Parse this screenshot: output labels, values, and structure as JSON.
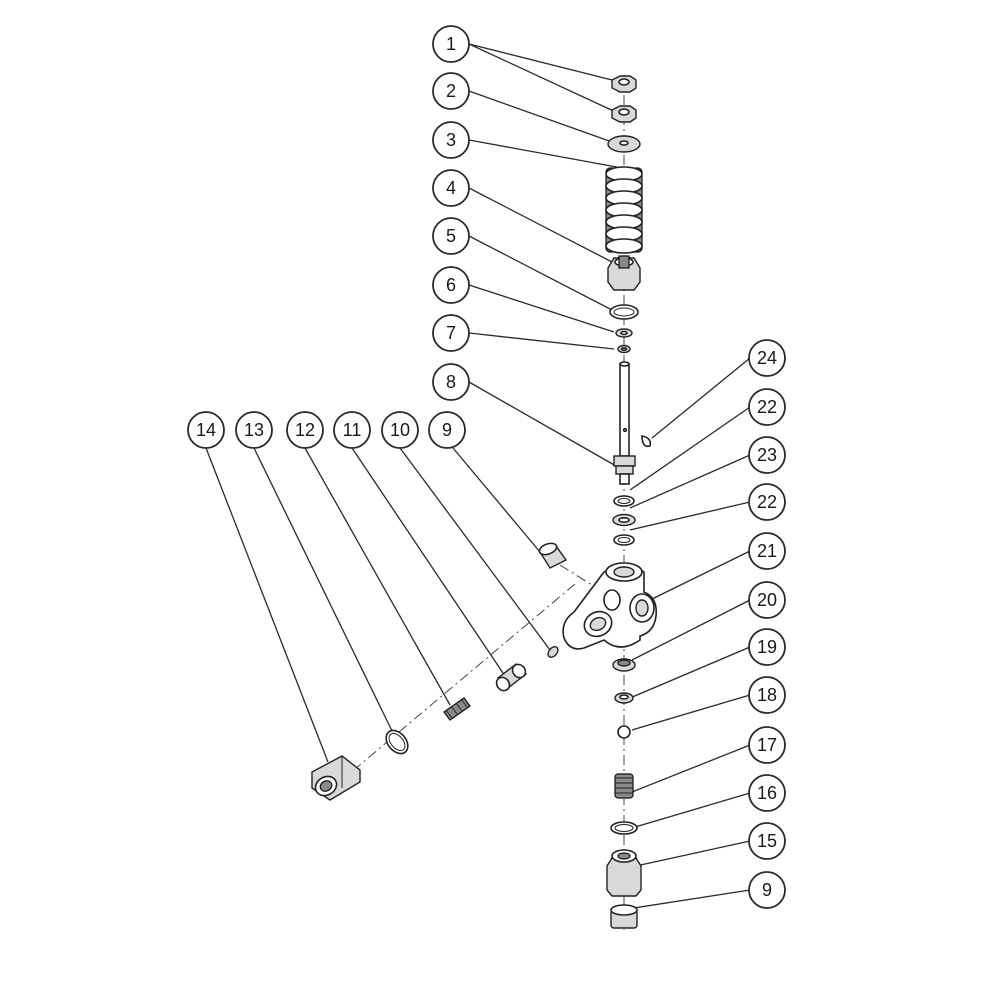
{
  "callouts": {
    "c1": "1",
    "c2": "2",
    "c3": "3",
    "c4": "4",
    "c5": "5",
    "c6": "6",
    "c7": "7",
    "c8": "8",
    "c9": "9",
    "c10": "10",
    "c11": "11",
    "c12": "12",
    "c13": "13",
    "c14": "14",
    "c15": "15",
    "c16": "16",
    "c17": "17",
    "c18": "18",
    "c19": "19",
    "c20": "20",
    "c21": "21",
    "c22": "22",
    "c23": "23",
    "c24": "24",
    "c9b": "9",
    "c22b": "22"
  }
}
